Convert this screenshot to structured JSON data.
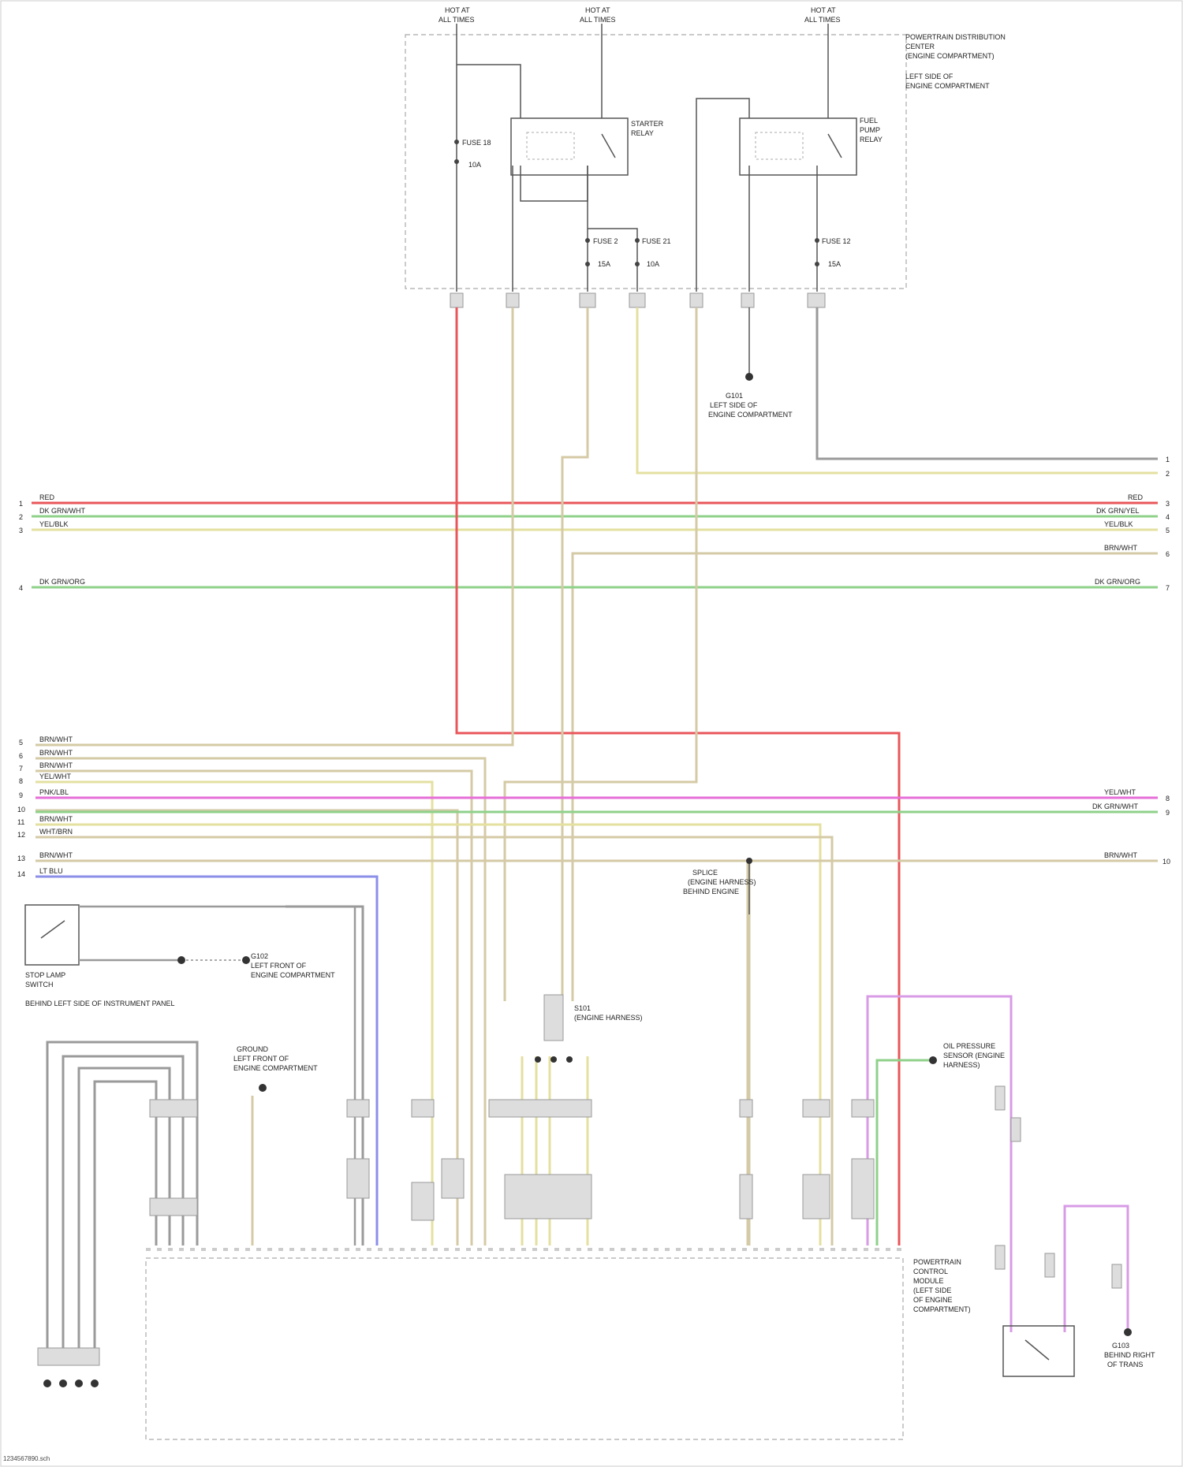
{
  "power_sources": [
    {
      "line1": "HOT AT",
      "line2": "ALL TIMES"
    },
    {
      "line1": "HOT AT",
      "line2": "ALL TIMES"
    },
    {
      "line1": "HOT AT",
      "line2": "ALL TIMES"
    }
  ],
  "pdc": {
    "line1": "POWERTRAIN DISTRIBUTION",
    "line2": "CENTER",
    "line3": "(ENGINE COMPARTMENT)",
    "line4": "LEFT SIDE OF",
    "line5": "ENGINE COMPARTMENT"
  },
  "relays": {
    "starter": {
      "line1": "STARTER",
      "line2": "RELAY"
    },
    "fuel_pump": {
      "line1": "FUEL",
      "line2": "PUMP",
      "line3": "RELAY"
    }
  },
  "fuses": [
    {
      "name": "FUSE 18",
      "rating": "10A"
    },
    {
      "name": "FUSE 2",
      "rating": "15A"
    },
    {
      "name": "FUSE 21",
      "rating": "10A"
    },
    {
      "name": "FUSE 12",
      "rating": "15A"
    }
  ],
  "ground_labels": {
    "g1": {
      "line1": "G101",
      "line2": "LEFT SIDE OF",
      "line3": "ENGINE COMPARTMENT"
    },
    "g2": {
      "line1": "S101",
      "line2": "(ENGINE HARNESS)"
    },
    "g3": {
      "line1": "G102",
      "line2": "LEFT FRONT OF",
      "line3": "ENGINE COMPARTMENT"
    },
    "g4": {
      "line1": "SPLICE",
      "line2": "(ENGINE HARNESS)",
      "line3": "BEHIND ENGINE"
    },
    "g5": {
      "line1": "GROUND",
      "line2": "LEFT FRONT OF",
      "line3": "ENGINE COMPARTMENT"
    }
  },
  "switch": {
    "line1": "STOP LAMP",
    "line2": "SWITCH",
    "line3": "BEHIND LEFT SIDE OF INSTRUMENT PANEL"
  },
  "pcm": {
    "line1": "POWERTRAIN",
    "line2": "CONTROL",
    "line3": "MODULE",
    "line4": "(LEFT SIDE",
    "line5": "OF ENGINE",
    "line6": "COMPARTMENT)"
  },
  "sensor": {
    "line1": "OIL PRESSURE",
    "line2": "SENSOR (ENGINE",
    "line3": "HARNESS)"
  },
  "right_ground": {
    "line1": "G103",
    "line2": "BEHIND RIGHT",
    "line3": "OF TRANS"
  },
  "wire_labels_left": [
    "RED",
    "DK GRN/WHT",
    "YEL/BLK",
    "DK GRN/ORG"
  ],
  "wire_labels_right": [
    "RED",
    "DK GRN/YEL",
    "YEL/BLK",
    "BRN/WHT",
    "DK GRN/ORG"
  ],
  "wire_labels_bottom_left": [
    "BRN/WHT",
    "BRN/WHT",
    "BRN/WHT",
    "YEL/WHT",
    "PNK/LBL",
    "BRN/WHT",
    "WHT/BRN",
    "BRN/WHT",
    "LT BLU"
  ],
  "wire_labels_bottom_right": [
    "YEL/WHT",
    "DK GRN/WHT",
    "BRN/WHT"
  ],
  "connector_numbers": [
    "1",
    "2",
    "3",
    "4",
    "5",
    "6",
    "7",
    "8",
    "9",
    "10",
    "11",
    "12",
    "13",
    "14"
  ],
  "footer": "1234567890.sch",
  "colors": {
    "red": "#e8565a",
    "green": "#8fd18a",
    "tan": "#d4caa5",
    "yellow": "#e4e0a0",
    "pink": "#e66fd8",
    "purple": "#8b8fe8",
    "grey": "#9a9a9a",
    "violet": "#d89be6",
    "black": "#444444"
  }
}
